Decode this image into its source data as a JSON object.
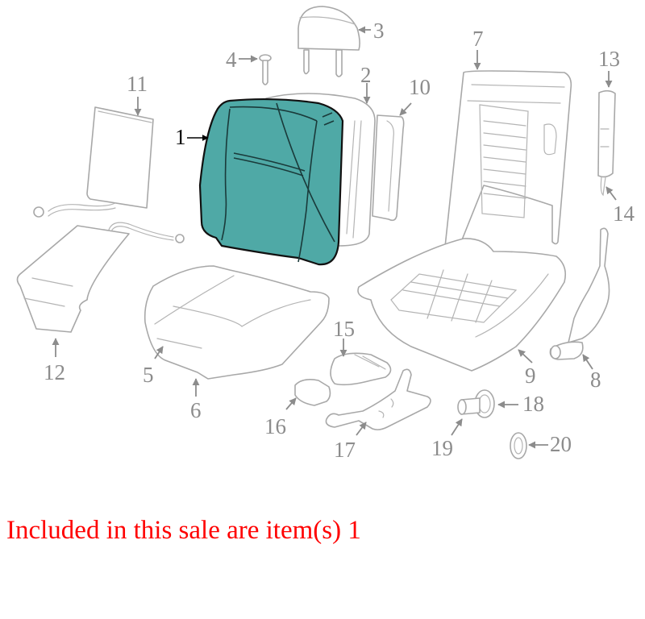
{
  "diagram": {
    "title": "Seat assembly exploded parts diagram",
    "highlight_color": "#4fa9a6",
    "highlighted_items": [
      1
    ],
    "callouts": [
      {
        "number": "1",
        "part": "seat-back-cover",
        "highlighted": true
      },
      {
        "number": "2",
        "part": "seat-back-pad"
      },
      {
        "number": "3",
        "part": "headrest"
      },
      {
        "number": "4",
        "part": "headrest-guide"
      },
      {
        "number": "5",
        "part": "seat-cushion-clip"
      },
      {
        "number": "6",
        "part": "seat-cushion-pad"
      },
      {
        "number": "7",
        "part": "seat-back-frame"
      },
      {
        "number": "8",
        "part": "recliner"
      },
      {
        "number": "9",
        "part": "seat-cushion-frame"
      },
      {
        "number": "10",
        "part": "back-panel"
      },
      {
        "number": "11",
        "part": "heater-element-back"
      },
      {
        "number": "12",
        "part": "heater-element-cushion"
      },
      {
        "number": "13",
        "part": "side-trim"
      },
      {
        "number": "14",
        "part": "clip"
      },
      {
        "number": "15",
        "part": "switch"
      },
      {
        "number": "16",
        "part": "switch-bezel"
      },
      {
        "number": "17",
        "part": "bracket"
      },
      {
        "number": "18",
        "part": "knob-bezel"
      },
      {
        "number": "19",
        "part": "knob"
      },
      {
        "number": "20",
        "part": "retainer"
      }
    ]
  },
  "sale_note": "Included in this sale are item(s) 1"
}
